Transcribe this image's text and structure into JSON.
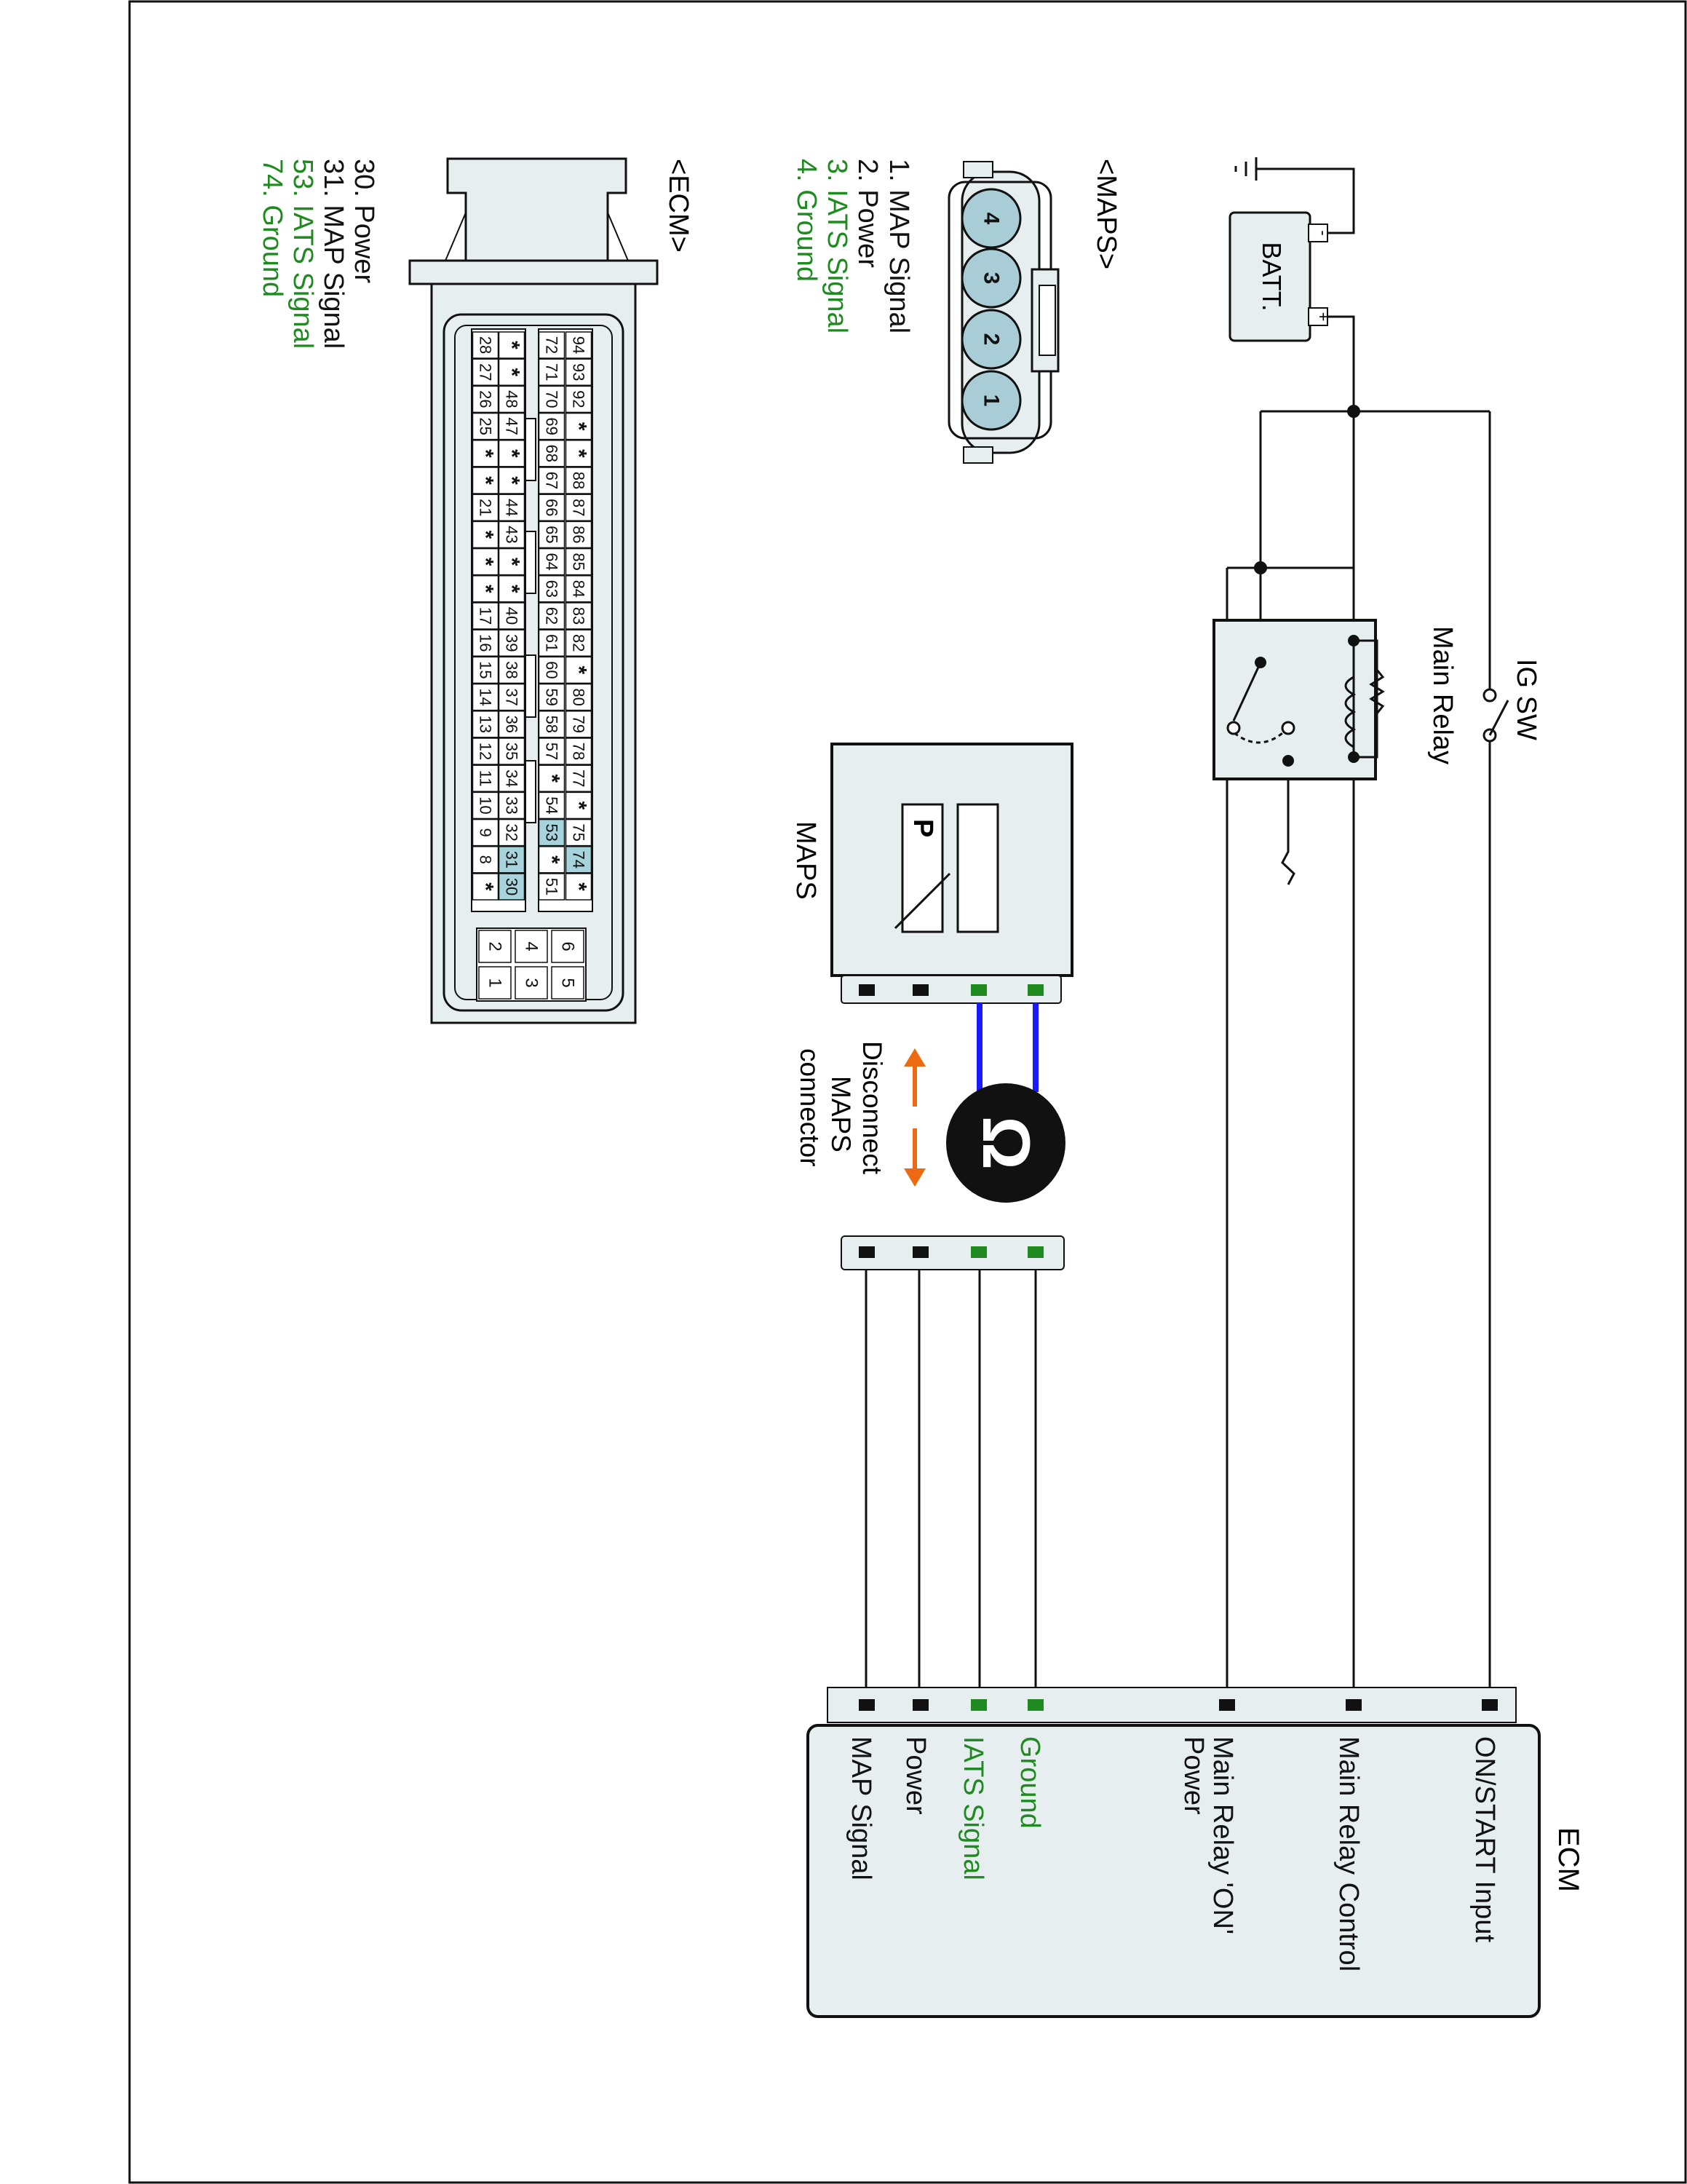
{
  "colors": {
    "line": "#111111",
    "green": "#1f8a1f",
    "blue": "#1a1aff",
    "orange": "#ee6a12",
    "box_fill": "#e7eef0",
    "pin_fill": "#a9cdd6",
    "highlight": "#a6d3dc",
    "ohm_fill": "#111111"
  },
  "icons": {
    "ground": "ground-icon",
    "ohmmeter": "ohmmeter-icon",
    "arrows": "double-arrow-icon",
    "relay_coil": "coil-icon",
    "switch": "switch-icon"
  },
  "diagram": {
    "batt_label": "BATT.",
    "batt_minus": "-",
    "batt_plus": "+",
    "ig_sw_label": "IG SW",
    "main_relay_label": "Main Relay",
    "maps_sensor_label": "MAPS",
    "maps_sensor_p": "P",
    "disconnect_lines": [
      "Disconnect",
      "MAPS",
      "connector"
    ],
    "ohm_symbol": "Ω",
    "ecm_label": "ECM",
    "ecm_pins": [
      {
        "label": "ON/START Input",
        "color": "black"
      },
      {
        "label": "Main Relay Control",
        "color": "black"
      },
      {
        "label": "Main Relay 'ON'",
        "label2": "Power",
        "color": "black"
      },
      {
        "label": "Ground",
        "color": "green"
      },
      {
        "label": "IATS Signal",
        "color": "green"
      },
      {
        "label": "Power",
        "color": "black"
      },
      {
        "label": "MAP Signal",
        "color": "black"
      }
    ]
  },
  "maps_connector": {
    "title": "<MAPS>",
    "pins": [
      "4",
      "3",
      "2",
      "1"
    ],
    "legend": [
      {
        "text": "1. MAP Signal",
        "color": "black"
      },
      {
        "text": "2. Power",
        "color": "black"
      },
      {
        "text": "3. IATS Signal",
        "color": "green"
      },
      {
        "text": "4. Ground",
        "color": "green"
      }
    ]
  },
  "ecm_connector": {
    "title": "<ECM>",
    "legend": [
      {
        "text": "30. Power",
        "color": "black"
      },
      {
        "text": "31. MAP Signal",
        "color": "black"
      },
      {
        "text": "53. IATS Signal",
        "color": "green"
      },
      {
        "text": "74. Ground",
        "color": "green"
      }
    ],
    "highlighted": [
      "74",
      "53",
      "31",
      "30"
    ],
    "rows": [
      [
        "94",
        "93",
        "92",
        "*",
        "*",
        "88",
        "87",
        "86",
        "85",
        "84",
        "83",
        "82",
        "*",
        "80",
        "79",
        "78",
        "77",
        "*",
        "75",
        "74",
        "*"
      ],
      [
        "72",
        "71",
        "70",
        "69",
        "68",
        "67",
        "66",
        "65",
        "64",
        "63",
        "62",
        "61",
        "60",
        "59",
        "58",
        "57",
        "*",
        "54",
        "53",
        "*",
        "51"
      ],
      [
        "*",
        "*",
        "48",
        "47",
        "*",
        "*",
        "44",
        "43",
        "*",
        "*",
        "40",
        "39",
        "38",
        "37",
        "36",
        "35",
        "34",
        "33",
        "32",
        "31",
        "30"
      ],
      [
        "28",
        "27",
        "26",
        "25",
        "*",
        "*",
        "21",
        "*",
        "*",
        "*",
        "17",
        "16",
        "15",
        "14",
        "13",
        "12",
        "11",
        "10",
        "9",
        "8",
        "*"
      ]
    ],
    "small_block": [
      [
        "6",
        "5"
      ],
      [
        "4",
        "3"
      ],
      [
        "2",
        "1"
      ]
    ]
  }
}
